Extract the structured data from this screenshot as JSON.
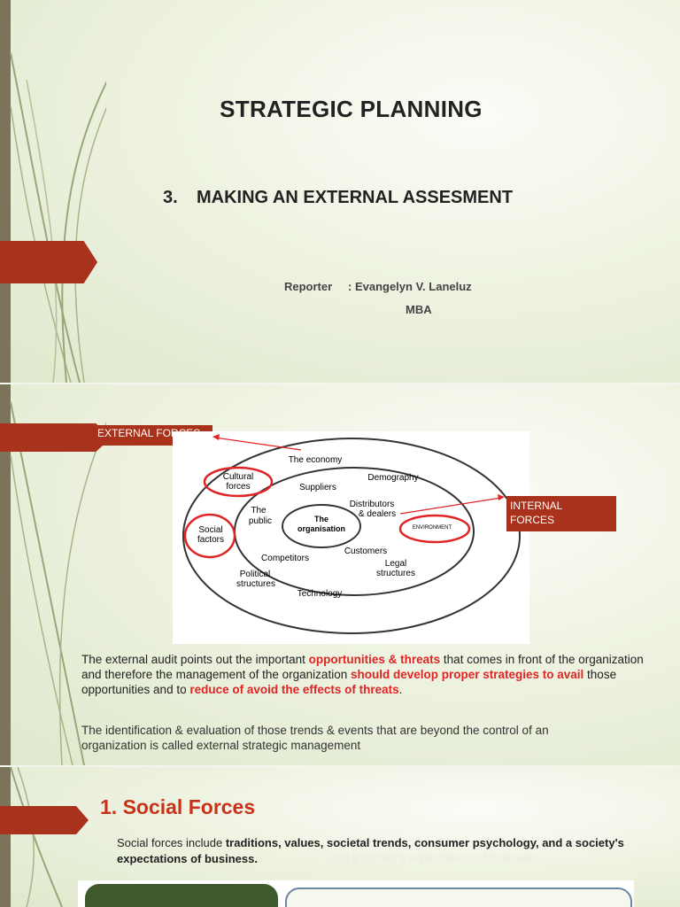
{
  "slide1": {
    "title": "STRATEGIC PLANNING",
    "subtitle_number": "3.",
    "subtitle_text": "MAKING AN EXTERNAL ASSESMENT",
    "reporter_label": "Reporter",
    "reporter_name": ": Evangelyn V. Laneluz",
    "reporter_degree": "MBA"
  },
  "slide2": {
    "external_forces_label": "EXTERNAL FORCES",
    "internal_forces_line1": "INTERNAL",
    "internal_forces_line2": "FORCES",
    "diagram": {
      "center_line1": "The",
      "center_line2": "organisation",
      "inner_labels": {
        "suppliers": "Suppliers",
        "the_public_1": "The",
        "the_public_2": "public",
        "distributors_1": "Distributors",
        "distributors_2": "& dealers",
        "competitors": "Competitors",
        "customers": "Customers"
      },
      "outer_labels": {
        "economy": "The economy",
        "demography": "Demography",
        "cultural_1": "Cultural",
        "cultural_2": "forces",
        "social_1": "Social",
        "social_2": "factors",
        "environment": "ENVIRONMENT",
        "legal_1": "Legal",
        "legal_2": "structures",
        "political_1": "Political",
        "political_2": "structures",
        "technology": "Technology"
      }
    },
    "para1": {
      "t1": "The external audit points out the important ",
      "h1": "opportunities & threats",
      "t2": " that comes in front of the organization and therefore the management of the organization ",
      "h2": "should develop proper strategies to avail",
      "t3": " those opportunities and to ",
      "h3": "reduce of avoid the effects of threats",
      "t4": "."
    },
    "para2": "The identification & evaluation of those trends & events that are beyond the control of an organization is called external strategic management"
  },
  "slide3": {
    "heading": "1. Social Forces",
    "text_plain": "Social forces include ",
    "text_bold": "traditions, values, societal trends, consumer psychology, and a society's expectations of business.",
    "ghost_text": "and a society's expectations of business."
  },
  "colors": {
    "accent_red": "#a8321b",
    "highlight_red": "#e02424",
    "heading_red": "#c8321b",
    "dark_green": "#3e5a2b"
  }
}
